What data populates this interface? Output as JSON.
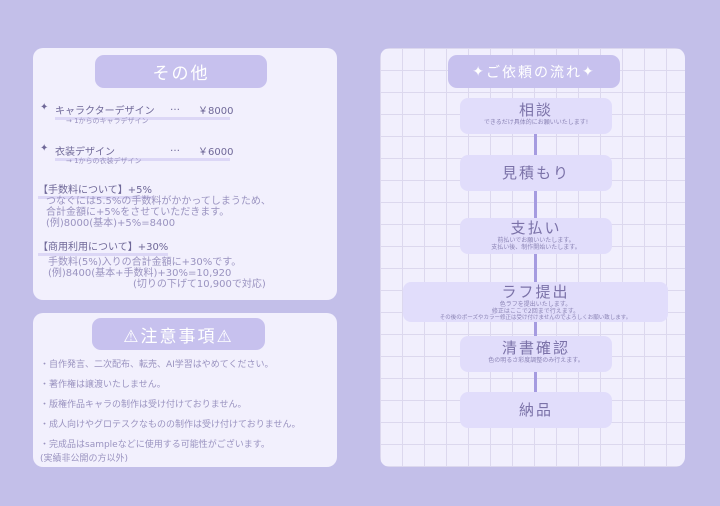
{
  "other": {
    "title": "その他",
    "items": [
      {
        "name": "キャラクターデザイン",
        "dots": "…",
        "price": "￥8000",
        "sub": "→ 1からのキャラデザイン"
      },
      {
        "name": "衣装デザイン",
        "dots": "…",
        "price": "￥6000",
        "sub": "→ 1からの衣装デザイン"
      }
    ],
    "fee": {
      "heading": "【手数料について】+5%",
      "lines": [
        "つなぐには5.5%の手数料がかかってしまうため、",
        "合計金額に+5%をさせていただきます。",
        "(例)8000(基本)+5%=8400"
      ]
    },
    "commercial": {
      "heading": "【商用利用について】+30%",
      "lines": [
        "手数料(5%)入りの合計金額に+30%です。",
        "(例)8400(基本+手数料)+30%=10,920",
        "(切りの下げて10,900で対応)"
      ]
    }
  },
  "notes": {
    "title": "⚠注意事項⚠",
    "items": [
      "・自作発言、二次配布、転売、AI学習はやめてください。",
      "・著作権は譲渡いたしません。",
      "・版権作品キャラの制作は受け付けておりません。",
      "・成人向けやグロテスクなものの制作は受け付けておりません。",
      "・完成品はsampleなどに使用する可能性がございます。"
    ],
    "extra": "(実績非公開の方以外)"
  },
  "flow": {
    "title": "ご依頼の流れ",
    "steps": [
      {
        "title": "相談",
        "desc": [
          "できるだけ具体的にお願いいたします!"
        ]
      },
      {
        "title": "見積もり",
        "desc": []
      },
      {
        "title": "支払い",
        "desc": [
          "前払いでお願いいたします。",
          "支払い後、制作開始いたします。"
        ]
      },
      {
        "title": "ラフ提出",
        "desc": [
          "色ラフを提出いたします。",
          "修正はここで2回まで行えます。",
          "その後のポーズやカラー修正は受け付けませんのでよろしくお願い致します。"
        ]
      },
      {
        "title": "清書確認",
        "desc": [
          "色の明るさ彩度調整のみ行えます。"
        ]
      },
      {
        "title": "納品",
        "desc": []
      }
    ]
  }
}
